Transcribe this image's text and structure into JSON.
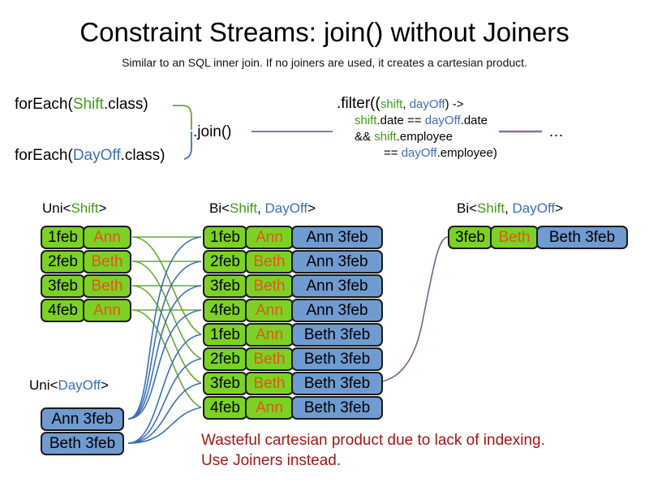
{
  "slide": {
    "title": "Constraint Streams: join() without Joiners",
    "subtitle": "Similar to an SQL inner join. If no joiners are used, it creates a cartesian product.",
    "warning_line1": "Wasteful cartesian product due to lack of indexing.",
    "warning_line2": "Use Joiners instead.",
    "ellipsis": "…"
  },
  "colors": {
    "shift_green": "#3f9c15",
    "dayoff_blue": "#3b6fb5",
    "box_green": "#7cd224",
    "box_blue": "#6f9bd1",
    "employee_orange": "#e8531a",
    "warning_red": "#a61616",
    "wire_green": "#6aa832",
    "wire_blue": "#3b6fb5",
    "wire_purple": "#7e5f8a"
  },
  "code": {
    "for_each_shift": {
      "prefix": "forEach(",
      "type": "Shift",
      "suffix": ".class)"
    },
    "for_each_dayoff": {
      "prefix": "forEach(",
      "type": "DayOff",
      "suffix": ".class)"
    },
    "join": ".join()",
    "filter": {
      "line1_a": ".filter((",
      "line1_shift": "shift",
      "line1_comma": ", ",
      "line1_dayoff": "dayOff",
      "line1_b": ") ->",
      "line2_shift": "shift",
      "line2_a": ".date == ",
      "line2_dayoff": "dayOff",
      "line2_b": ".date",
      "line3_a": "&& ",
      "line3_shift": "shift",
      "line3_b": ".employee",
      "line4_a": "== ",
      "line4_dayoff": "dayOff",
      "line4_b": ".employee)"
    }
  },
  "streams": {
    "uni_shift": {
      "header": {
        "prefix": "Uni<",
        "type": "Shift",
        "suffix": ">"
      },
      "rows": [
        {
          "date": "1feb",
          "employee": "Ann"
        },
        {
          "date": "2feb",
          "employee": "Beth"
        },
        {
          "date": "3feb",
          "employee": "Beth"
        },
        {
          "date": "4feb",
          "employee": "Ann"
        }
      ]
    },
    "uni_dayoff": {
      "header": {
        "prefix": "Uni<",
        "type": "DayOff",
        "suffix": ">"
      },
      "rows": [
        {
          "pair": "Ann 3feb"
        },
        {
          "pair": "Beth 3feb"
        }
      ]
    },
    "bi_join": {
      "header": {
        "prefix": "Bi<",
        "type1": "Shift",
        "comma": ", ",
        "type2": "DayOff",
        "suffix": ">"
      },
      "rows": [
        {
          "date": "1feb",
          "employee": "Ann",
          "pair": "Ann 3feb"
        },
        {
          "date": "2feb",
          "employee": "Beth",
          "pair": "Ann 3feb"
        },
        {
          "date": "3feb",
          "employee": "Beth",
          "pair": "Ann 3feb"
        },
        {
          "date": "4feb",
          "employee": "Ann",
          "pair": "Ann 3feb"
        },
        {
          "date": "1feb",
          "employee": "Ann",
          "pair": "Beth 3feb"
        },
        {
          "date": "2feb",
          "employee": "Beth",
          "pair": "Beth 3feb"
        },
        {
          "date": "3feb",
          "employee": "Beth",
          "pair": "Beth 3feb"
        },
        {
          "date": "4feb",
          "employee": "Ann",
          "pair": "Beth 3feb"
        }
      ]
    },
    "bi_filtered": {
      "header": {
        "prefix": "Bi<",
        "type1": "Shift",
        "comma": ", ",
        "type2": "DayOff",
        "suffix": ">"
      },
      "rows": [
        {
          "date": "3feb",
          "employee": "Beth",
          "pair": "Beth 3feb"
        }
      ]
    }
  }
}
